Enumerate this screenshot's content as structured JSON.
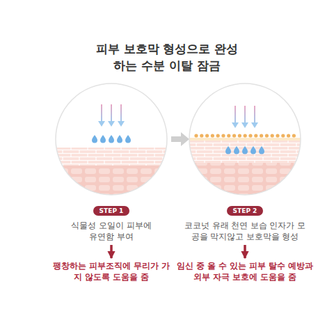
{
  "diagram": {
    "title": "피부 보호막 형성으로 완성하는 수분 이탈 잠금",
    "nodes": [
      {
        "text": [
          "STEP 1"
        ]
      },
      {
        "text": [
          "식물성 오일이 피부에 유연함 부여"
        ]
      },
      {
        "text": [
          "팽창하는 피부조직에 무리가 가지 않도록 도움을 줌"
        ]
      },
      {
        "text": [
          "STEP 2"
        ]
      },
      {
        "text": [
          "코코넛 유래 천연 보습 인자가 모공을 막지않고 보호막을 형성"
        ]
      },
      {
        "text": [
          "임신 중 올 수 있는 피부 탈수 예방과 외부 자극 보호에 도움을 줌"
        ]
      }
    ],
    "edges": [
      {
        "from": 1,
        "to": 2,
        "arrow": "to"
      },
      {
        "from": 4,
        "to": 5,
        "arrow": "to"
      }
    ]
  }
}
